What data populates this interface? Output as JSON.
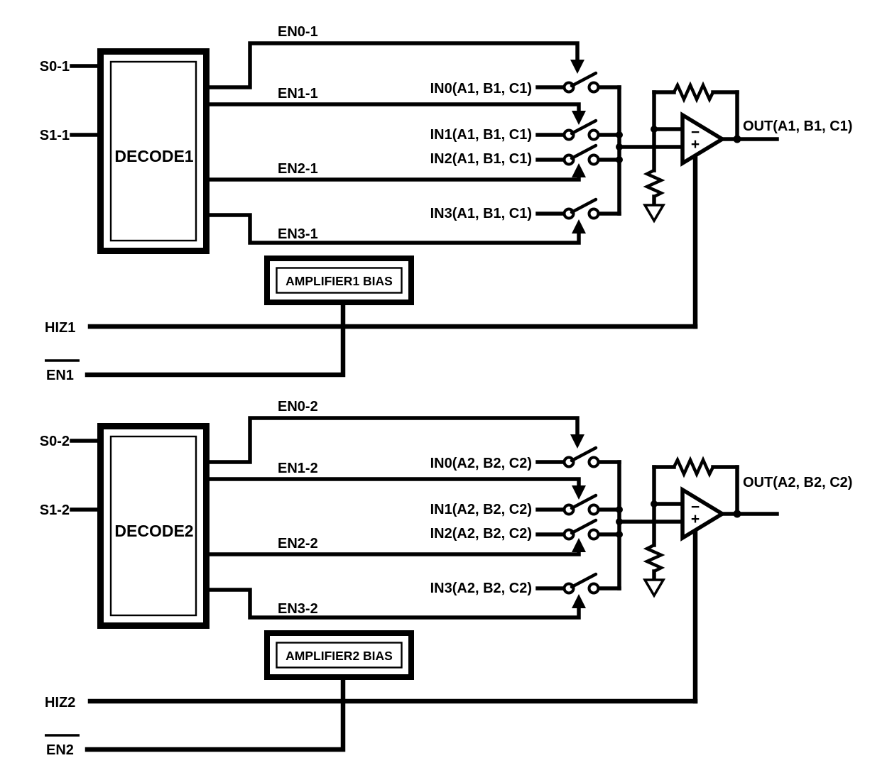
{
  "diagram": {
    "ink_color": "#000000",
    "background_color": "#ffffff",
    "sections": [
      {
        "select_inputs": [
          "S0-1",
          "S1-1"
        ],
        "decoder_label": "DECODE1",
        "enable_labels": [
          "EN0-1",
          "EN1-1",
          "EN2-1",
          "EN3-1"
        ],
        "input_labels": [
          "IN0(A1, B1, C1)",
          "IN1(A1, B1, C1)",
          "IN2(A1, B1, C1)",
          "IN3(A1, B1, C1)"
        ],
        "output_label": "OUT(A1, B1, C1)",
        "bias_label": "AMPLIFIER1 BIAS",
        "hiz_label": "HIZ1",
        "enable_bar_label": "EN1",
        "opamp_minus": "−",
        "opamp_plus": "+"
      },
      {
        "select_inputs": [
          "S0-2",
          "S1-2"
        ],
        "decoder_label": "DECODE2",
        "enable_labels": [
          "EN0-2",
          "EN1-2",
          "EN2-2",
          "EN3-2"
        ],
        "input_labels": [
          "IN0(A2, B2, C2)",
          "IN1(A2, B2, C2)",
          "IN2(A2, B2, C2)",
          "IN3(A2, B2, C2)"
        ],
        "output_label": "OUT(A2, B2, C2)",
        "bias_label": "AMPLIFIER2 BIAS",
        "hiz_label": "HIZ2",
        "enable_bar_label": "EN2",
        "opamp_minus": "−",
        "opamp_plus": "+"
      }
    ]
  }
}
